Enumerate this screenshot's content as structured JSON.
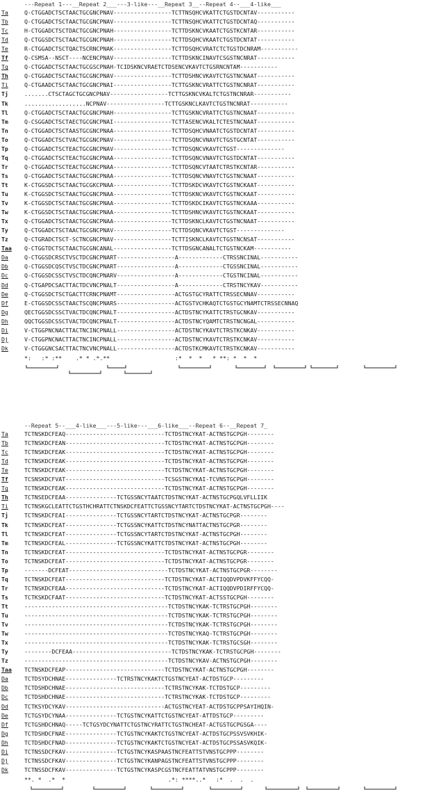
{
  "panel1": {
    "header": "---Repeat 1---__Repeat 2___---3-like---__Repeat 3__--Repeat 4--___4-like___",
    "rows": [
      {
        "name": "Ta",
        "style": "ul",
        "seq": "Q-CTGGADCTSCTAACTGCGNCPNAV-----------------TCTTNSQHCVKATTCTGSTDCNTAV-----------"
      },
      {
        "name": "Tb",
        "style": "ul",
        "seq": "Q-CTGGADCTSCTAACTGCGNCPNAV-----------------TCTTNSQHCVKATTCTGSTDCNTAQ-----------"
      },
      {
        "name": "Tc",
        "style": "ul",
        "seq": "H-CTGGADCTSCTDACTGCGNCPNAH-----------------TCTTDSKNCVKAATCTGSTKCNTAR-----------"
      },
      {
        "name": "Td",
        "style": "ul",
        "seq": "Q-CTGGSDCTSCTAACTGCGNCPNAH-----------------TCTTDSQHCVKAATCTGSTDCNTAT-----------"
      },
      {
        "name": "Te",
        "style": "ul",
        "seq": "R-CTGGADCTSCTQACTSCRNCPNAK-----------------TCTTDSQHCVRATCTCTGSTDCNRAM-----------"
      },
      {
        "name": "Tf",
        "style": "bold ul",
        "seq": "Q-CSMSA--NSCT----NCENCPNAV-----------------TCTTDSKNCINAVTCSGSTNCNRAT-----------"
      },
      {
        "name": "Tg",
        "style": "ul",
        "seq": "Q-CTGGADCTSCTAACTGCGSCPNAH-TCIDSKNCVRAETCTDSENCVKAVTCTGSRNCNTAM-----------"
      },
      {
        "name": "Th",
        "style": "bold ul",
        "seq": "Q-CTGGADCTSCTAACTGCGNCPNAV-----------------TCTTDSHNCVKAVTCTGSTNCNAAT-----------"
      },
      {
        "name": "Ti",
        "style": "ul",
        "seq": "Q-CTGAADCTSCTAACTGCGNCPNAI-----------------TCTTGSKNCVRATTCTGSTNCNRAT-----------"
      },
      {
        "name": "Tj",
        "style": "bold",
        "seq": ".......CTSCTAGCTGCGNCPNAV-----------------TCTTGSKNCVKALTCTGSTNCNRAR-----------"
      },
      {
        "name": "Tk",
        "style": "bold",
        "seq": "..................NCPNAV-----------------TCTTGSKNCLKAVTCTGSTNCNRAT-----------"
      },
      {
        "name": "Tl",
        "style": "bold",
        "seq": "Q-CTGGADCTSCTAACTGCGNCPNAH-----------------TCTTGSKNCVRATTCTGSTNCNAAT-----------"
      },
      {
        "name": "Tm",
        "style": "bold",
        "seq": "Q-CSGGADCTSCTAECTGCGNCPNAI-----------------TCTTASENCVKALTCTESTNCNAAT-----------"
      },
      {
        "name": "Tn",
        "style": "bold",
        "seq": "Q-CTGGADCTSCTAASTGCGNCPNAA-----------------TCTTDSQHCVNAATCTGSTDCNTAT-----------"
      },
      {
        "name": "To",
        "style": "bold",
        "seq": "Q-CTGGADCTSCTVACTGCGNCPNAV-----------------TCTTDSQNCVNAVTCTGSTGCNTAT-----------"
      },
      {
        "name": "Tp",
        "style": "bold",
        "seq": "Q-CTGGADCTSCTEACTGCGNCPNAV-----------------TCTTDSQNCVKAVTCTGST--------------"
      },
      {
        "name": "Tq",
        "style": "bold",
        "seq": "Q-CTGGADCTSCTEACTGCGNCPNAA-----------------TCTTDSQNCVNAVTCTGSTDCNTAT-----------"
      },
      {
        "name": "Tr",
        "style": "bold",
        "seq": "Q-CTGGADCTSCTEACTGCGNCPNAA-----------------TCTTDSQNCVTAATCTRSTKCNTAR-----------"
      },
      {
        "name": "Ts",
        "style": "bold",
        "seq": "Q-CTGGADCTSCTAACTGCGNCPNAA-----------------TCTTDSQNCVNAVTCTGSTNCNAAT-----------"
      },
      {
        "name": "Tt",
        "style": "bold",
        "seq": "K-CTGGSDCTSCTAACTGCGKCPNAA-----------------TCTTDSKDCVKAVTCTGSTNCKAAT-----------"
      },
      {
        "name": "Tu",
        "style": "bold",
        "seq": "K-CTGGSDCTSCTAACTGCGNCPNAA-----------------TCTTDSKNCVKAVTCTGSTNCKAAT-----------"
      },
      {
        "name": "Tv",
        "style": "bold",
        "seq": "K-CTGGSDCTSCTAACTGCGNCPNAA-----------------TCTTDSKDCIKAVTCTGSTNCKAAA-----------"
      },
      {
        "name": "Tw",
        "style": "bold",
        "seq": "K-CTGGSDCTSCTAACTGCGNCPNAA-----------------TCTTDSHNCVKAVTCTGSTNCKAAT-----------"
      },
      {
        "name": "Tx",
        "style": "bold",
        "seq": "Q-CTGGADCTSCTAACTGCGNCPNAA-----------------TCTTDSKNCLKAVTCTGSTNCNAAT-----------"
      },
      {
        "name": "Ty",
        "style": "bold",
        "seq": "Q-CTGGADCTSCTAACTGCGNCPNAV-----------------TCTTDSQNCVKAVTCTGST--------------"
      },
      {
        "name": "Tz",
        "style": "bold",
        "seq": "Q-CTGRADCTSCT-SCTNCGNCPNAV-----------------TCTTISKNCLKAVTCTGSTNCNSAT-----------"
      },
      {
        "name": "Taa",
        "style": "bold ul",
        "seq": "Q-CTGGTDCTSCTAACTGCGNCANAL-----------------TCTTDSGNCANALTCTGSTNCKAM-----------"
      },
      {
        "name": "Da",
        "style": "ul",
        "seq": "Q-CTGGSDCRSCTVSCTDCGNCPNART-----------------A-------------CTRSSNCINAL-----------"
      },
      {
        "name": "Db",
        "style": "ul",
        "seq": "Q-CTGGSDCQSCTVSCTDCGNCPNART-----------------A-------------CTGSSNCINAL-----------"
      },
      {
        "name": "Dc",
        "style": "ul",
        "seq": "Q-CTGGSDCSSCTVSCTDCQNCPNARV-----------------A-------------CTGSTNCINAL-----------"
      },
      {
        "name": "Dd",
        "style": "ul",
        "seq": "Q-CTGAPDCSACTTACTDCVNCPNALT-----------------A-------------CTRSTNCYKAV-----------"
      },
      {
        "name": "De",
        "style": "ul",
        "seq": "Q-CTGGSDCTSCTGACTTCRNCPNAMT-----------------ACTGSTGCYRATTCTRSSECNNAV-----------"
      },
      {
        "name": "Df",
        "style": "ul",
        "seq": "E-CTGGSDCSSCTAACTSCQNCPNARS-----------------ACTGSTVCHKAQTCTGSTGCYNAMTCTRSSECNNAQ"
      },
      {
        "name": "Dg",
        "style": "ul",
        "seq": "QECTGGSDCSSCTVACTDCQNCPNALT-----------------ACTDSTNCYKATTCTRSTGCNKAV-----------"
      },
      {
        "name": "Dh",
        "style": "ul",
        "seq": "QQCTGGSDCSSCTVACTDCQNCPNALT-----------------ACTDSTNCYQAMTCTRSTNCNGAL-----------"
      },
      {
        "name": "Di",
        "style": "ul",
        "seq": "V-CTGGPNCNACTTACTNCINCPNALL-----------------ACTDSTNCYKAVTCTRSTKCNKAV-----------"
      },
      {
        "name": "Dj",
        "style": "ul",
        "seq": "V-CTGGPNCNACTTACTNCINCPNALL-----------------ACTDSTNCYKAVTCTRSTKCNKAV-----------"
      },
      {
        "name": "Dk",
        "style": "ul",
        "seq": "V-CTGGGNCSACTTACTNCVNCPNALL-----------------ACTDSTKCMKAVTCTRSTKCNKAV-----------"
      }
    ],
    "consensus": "*:   :* :**    .* * .*.**                   :*  *  *   * **: *  *  *"
  },
  "panel2": {
    "header": "--Repeat 5--___4-like___---5-like---___6-like___--Repeat 6--__Repeat 7_",
    "rows": [
      {
        "name": "Ta",
        "style": "ul",
        "seq": "TCTNSKDCFEAQ-----------------------------TCTDSTNCYKAT-ACTNSTGCPGH--------"
      },
      {
        "name": "Tb",
        "style": "ul",
        "seq": "TCTNSKDCFEAN-----------------------------TCTDSTNCYKAT-ACTNSTGCPGH--------"
      },
      {
        "name": "Tc",
        "style": "ul",
        "seq": "TCTNSKDCFEAK-----------------------------TCTDSTNCYKAT-ACTNSTGCPGH--------"
      },
      {
        "name": "Td",
        "style": "ul",
        "seq": "TCTNSKDCFEAK-----------------------------TCTDSTNCYKAT-ACTNSTGCPGH--------"
      },
      {
        "name": "Te",
        "style": "ul",
        "seq": "TCTNSKDCFEAK-----------------------------TCTDSTNCYKAT-ACTNSTGCPGH--------"
      },
      {
        "name": "Tf",
        "style": "bold ul",
        "seq": "TCSNSKDCFVAT-----------------------------TCSGSTNCYKAI-TCVNSTGCPGH--------"
      },
      {
        "name": "Tg",
        "style": "ul",
        "seq": "TCTNSKDCFEAK-----------------------------TCTDSTNCYKAT-ACTNSTGCPGH--------"
      },
      {
        "name": "Th",
        "style": "bold ul",
        "seq": "TCTNSEDCFEAA---------------TCTGSSNCYTAATCTDSTNCYKAT-ACTNSTGCPGQLVFLLIIK"
      },
      {
        "name": "Ti",
        "style": "ul",
        "seq": "TCTNSKGCLEATTCTGSTHCHRATTCTNSKDCFEATTCTGSSNCYTARTCTDSTNCYKAT-ACTNSTGCPGH----"
      },
      {
        "name": "Tj",
        "style": "bold",
        "seq": "TCTNSKDCFEAI---------------TCTGSSNCYTARTCTDSTNCYKAT-ACTNSTGCPGR--------"
      },
      {
        "name": "Tk",
        "style": "bold",
        "seq": "TCTNSKDCFEAT---------------TCTGSSNCYKATTCTDSTNCYNATTACTNSTGCPGR--------"
      },
      {
        "name": "Tl",
        "style": "bold",
        "seq": "TCTNSKDCFEAT---------------TCTGSSNCYTARTCTDSTNCYKAT-ACTNSTGCPGH--------"
      },
      {
        "name": "Tm",
        "style": "bold",
        "seq": "TCTNSKDCFEAL---------------TCTGSSNCYKATTCTDSTNCYKAT-ACTNSTGCPGH--------"
      },
      {
        "name": "Tn",
        "style": "bold",
        "seq": "TCTNSKDCFEAT-----------------------------TCTDSTNCYKAT-ACTNSTGCPGR--------"
      },
      {
        "name": "To",
        "style": "bold",
        "seq": "TCTNSKDCFEAT-----------------------------TCTDSTNCYKAT-ACTNSTGCPGR--------"
      },
      {
        "name": "Tp",
        "style": "bold",
        "seq": "-------DCFEAT-----------------------------TCTDSTNCYKAT-ACTNSTGCPGR--------"
      },
      {
        "name": "Tq",
        "style": "bold",
        "seq": "TCTNSKDCFEAT-----------------------------TCTDSTNCYKAT-ACTIQQDVPDVKFFYCQQ-"
      },
      {
        "name": "Tr",
        "style": "bold",
        "seq": "TCTNSKDCFEAA-----------------------------TCTDSTNCYKAT-ACTIQQDVPDIRFFYCQQ-"
      },
      {
        "name": "Ts",
        "style": "bold",
        "seq": "TCTKSKDCFAAT-----------------------------TCTDSTNCYKAT-ACTSSTGCPGH--------"
      },
      {
        "name": "Tt",
        "style": "bold",
        "seq": "------------------------------------------TCTDSTNCYKAK-TCTRSTGCPGH--------"
      },
      {
        "name": "Tu",
        "style": "bold",
        "seq": "------------------------------------------TCTDSTNCYKAK-TCTRSTGCPGH--------"
      },
      {
        "name": "Tv",
        "style": "bold",
        "seq": "------------------------------------------TCTDSTNCYKAK-TCTRSTGCPGH--------"
      },
      {
        "name": "Tw",
        "style": "bold",
        "seq": "------------------------------------------TCTDSTNCYKAQ-TCTRSTGCPGH--------"
      },
      {
        "name": "Tx",
        "style": "bold",
        "seq": "------------------------------------------TCTDSTNCYKAK-TCTRSTGCSGH--------"
      },
      {
        "name": "Ty",
        "style": "bold",
        "seq": "--------DCFEAA-----------------------------TCTDSTNCYKAK-TCTRSTGCPGH--------"
      },
      {
        "name": "Tz",
        "style": "bold",
        "seq": "------------------------------------------TCTDSTNCYKAV-ACTNSTGCPGH--------"
      },
      {
        "name": "Taa",
        "style": "bold ul",
        "seq": "TCTNSKDCFEAP-----------------------------TCTDSTNCYKAT-ACTNSTGCPGH--------"
      },
      {
        "name": "Da",
        "style": "ul",
        "seq": "TCTDSYDCHNAE---------------TCTRSTNCYKAKTCTGSTNCYEAT-ACTDSTGCP---------"
      },
      {
        "name": "Db",
        "style": "ul",
        "seq": "TCTDSHDCHNAE-----------------------------TCTRSTNCYKAK-TCTDSTGCP---------"
      },
      {
        "name": "Dc",
        "style": "ul",
        "seq": "TCTDSHDCHNAE-----------------------------TCTRSTNCYKAK-TCTDSTGCP---------"
      },
      {
        "name": "Dd",
        "style": "ul",
        "seq": "TCTKSYDCYKAV-----------------------------ACTGSTNCYEAT-ACTDSTGCPPSAYIHQIN-"
      },
      {
        "name": "De",
        "style": "ul",
        "seq": "TCTGSYDCYNAA---------------TCTGSTNCYKATTCTGSTNCYEAT-ATTDSTGCP---------"
      },
      {
        "name": "Df",
        "style": "ul",
        "seq": "TCTGSHDCHNAQ-----TCTGSYDCYNATTCTGSTNCYRATTCTGSTNCHEAT-ACTGSTGCPGSGA----"
      },
      {
        "name": "Dg",
        "style": "ul",
        "seq": "TCTDSHDCFNAE---------------TCTGSTNCYKAKTCTGSTNCYEAT-ACTDSTGCPSSVSVKHIK-"
      },
      {
        "name": "Dh",
        "style": "ul",
        "seq": "TCTDSHDCFNAD---------------TCTGSTNCYKAKTCTGSTNCYEAT-ACTDSTGCPSSASVKQIK-"
      },
      {
        "name": "Di",
        "style": "ul",
        "seq": "TCTNSSDCFKAV---------------TCTGSTNCYKASPAASTNCFEATTSTVNSTGCPPP--------"
      },
      {
        "name": "Dj",
        "style": "ul",
        "seq": "TCTNSSDCFKAV---------------TCTGSTNCYKANPAGSTNCFEATTSTVNSTGCPPP--------"
      },
      {
        "name": "Dk",
        "style": "ul",
        "seq": "TCTNSSDCFKAV---------------TCTGSTNCYKASPCGSTNCFEATTATVNSTGCPPP--------"
      }
    ],
    "consensus": "**. *  .*  *                              .*: ****..*   :*  .  .  ."
  }
}
